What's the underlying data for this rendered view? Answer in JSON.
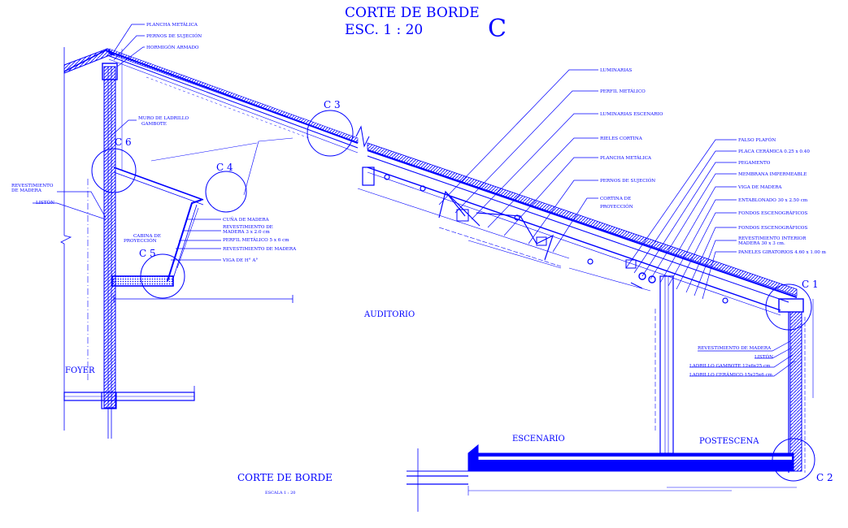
{
  "header": {
    "title": "CORTE DE BORDE",
    "scale": "ESC. 1 :  20",
    "letter": "C"
  },
  "left_labels": {
    "plancha": "PLANCHA METÁLICA",
    "pernos": "PERNOS DE SUJECIÓN",
    "hormigon": "HORMIGÓN ARMADO",
    "muro_1": "MURO DE LADRILLO",
    "muro_2": "GAMBOTE",
    "rev_1": "REVESTIMIENTO",
    "rev_2": "DE MADERA",
    "liston": "LISTÓN",
    "cabina_1": "CABINA DE",
    "cabina_2": "PROYECCIÓN",
    "cuna": "CUÑA DE MADERA",
    "rev_madera_1": "REVESTIMIENTO DE",
    "rev_madera_2": "MADERA 3 x 2.0 cm",
    "perfil": "PERFIL METÁLICO 5 x 6 cm",
    "rev_madera": "REVESTIMIENTO DE MADERA",
    "viga": "VIGA DE H° A°"
  },
  "right_top_labels": {
    "luminarias": "LUMINARIAS",
    "perfil": "PERFIL METÁLICO",
    "lum_esc": "LUMINARIAS ESCENARIO",
    "rieles": "RIELES CORTINA",
    "plancha": "PLANCHA METÁLICA",
    "pernos": "PERNOS DE SUJECIÓN",
    "cortina_1": "CORTINA DE",
    "cortina_2": "PROYECCIÓN"
  },
  "right_labels": {
    "falso": "FALSO PLAFÓN",
    "placa": "PLACA CERÁMICA 0.25 x 0.40",
    "pegamento": "PEGAMENTO",
    "membrana": "MEMBRANA IMPERMEABLE",
    "viga": "VIGA DE MADERA",
    "entablonado": "ENTABLONADO 30 x 2.50 cm",
    "fondos1": "FONDOS ESCENOGRÁFICOS",
    "fondos2": "FONDOS ESCENOGRÁFICOS",
    "rev_int_1": "REVESTIMIENTO INTERIOR",
    "rev_int_2": "MADERA 30 x 3 cm.",
    "paneles": "PANELES GIRATORIOS 4.60 x 1.00 m"
  },
  "bottom_right_labels": {
    "rev": "REVESTIMIENTO DE MADERA",
    "liston": "LISTÓN",
    "ladrillo_g": "LADRILLO GAMBOTE 12x6x25 cm",
    "ladrillo_c": "LADRILLO CERÁMICO 15x25x6 cm"
  },
  "details": {
    "c1": "C 1",
    "c2": "C 2",
    "c3": "C 3",
    "c4": "C 4",
    "c5": "C 5",
    "c6": "C 6"
  },
  "rooms": {
    "auditorio": "AUDITORIO",
    "foyer": "FOYER",
    "escenario": "ESCENARIO",
    "postescena": "POSTESCENA"
  },
  "caption": {
    "title": "CORTE DE BORDE",
    "scale": "ESCALA 1 : 20"
  },
  "colors": {
    "ink": "#0000ff",
    "background": "#ffffff"
  }
}
